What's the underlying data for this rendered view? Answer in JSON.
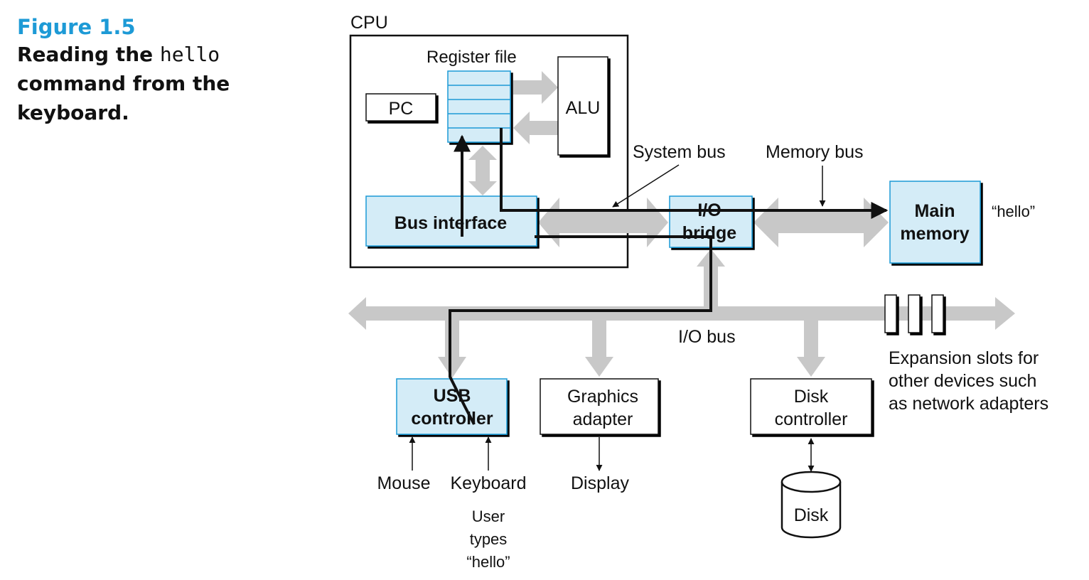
{
  "caption": {
    "figure_number": "Figure 1.5",
    "title_part1": "Reading the ",
    "title_code": "hello",
    "title_part2": " command from the keyboard."
  },
  "colors": {
    "highlight_fill": "#d4ecf7",
    "highlight_stroke": "#1d9ad6",
    "bus_gray": "#c8c8c8",
    "path_black": "#111111",
    "caption_blue": "#1d9ad6"
  },
  "diagram": {
    "cpu_label": "CPU",
    "register_file_label": "Register file",
    "pc_label": "PC",
    "alu_label": "ALU",
    "bus_interface_label": "Bus interface",
    "system_bus_label": "System bus",
    "memory_bus_label": "Memory bus",
    "io_bridge_line1": "I/O",
    "io_bridge_line2": "bridge",
    "main_memory_line1": "Main",
    "main_memory_line2": "memory",
    "memory_content": "“hello”",
    "io_bus_label": "I/O bus",
    "usb_line1": "USB",
    "usb_line2": "controller",
    "graphics_line1": "Graphics",
    "graphics_line2": "adapter",
    "disk_controller_line1": "Disk",
    "disk_controller_line2": "controller",
    "mouse_label": "Mouse",
    "keyboard_label": "Keyboard",
    "display_label": "Display",
    "disk_label": "Disk",
    "user_types_line1": "User",
    "user_types_line2": "types",
    "user_types_line3": "“hello”",
    "expansion_line1": "Expansion slots for",
    "expansion_line2": "other devices such",
    "expansion_line3": "as network adapters"
  }
}
